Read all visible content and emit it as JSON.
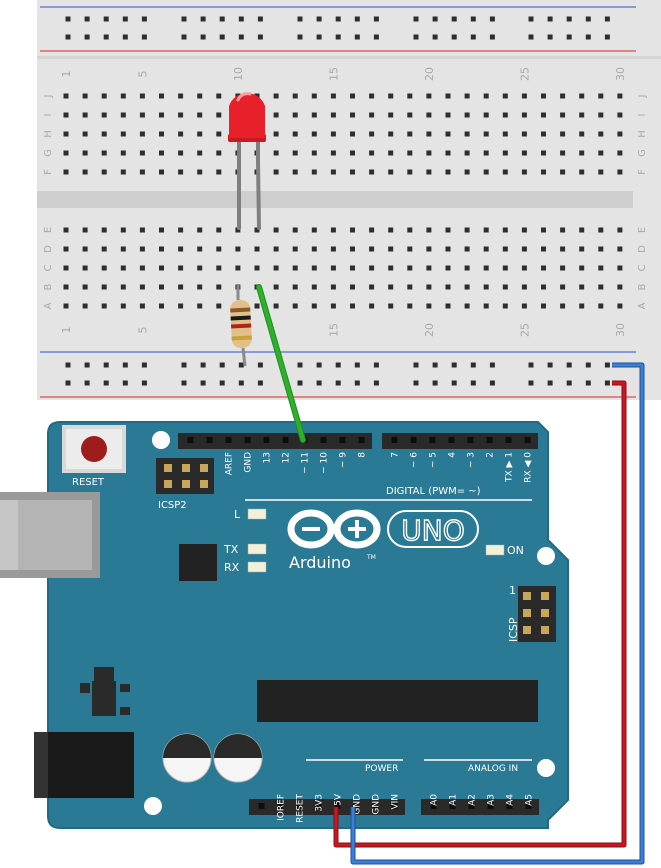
{
  "breadboard": {
    "column_numbers": [
      "1",
      "5",
      "10",
      "15",
      "20",
      "25",
      "30"
    ],
    "row_letters_top": [
      "J",
      "I",
      "H",
      "G",
      "F"
    ],
    "row_letters_bottom": [
      "E",
      "D",
      "C",
      "B",
      "A"
    ]
  },
  "arduino": {
    "reset_label": "RESET",
    "icsp2_label": "ICSP2",
    "icsp_label": "ICSP",
    "icsp_pin1": "1",
    "l_label": "L",
    "tx_label": "TX",
    "rx_label": "RX",
    "on_label": "ON",
    "uno_logo": "UNO",
    "brand": "Arduino",
    "tm": "TM",
    "digital_label": "DIGITAL (PWM= ~)",
    "digital_pins": [
      "AREF",
      "GND",
      "13",
      "12",
      "~ 11",
      "~ 10",
      "~ 9",
      "8",
      "7",
      "~ 6",
      "~ 5",
      "4",
      "~ 3",
      "2",
      "TX ▶ 1",
      "RX ◀ 0"
    ],
    "power_label": "POWER",
    "power_pins": [
      "IOREF",
      "RESET",
      "3V3",
      "5V",
      "GND",
      "GND",
      "VIN"
    ],
    "analog_label": "ANALOG IN",
    "analog_pins": [
      "A0",
      "A1",
      "A2",
      "A3",
      "A4",
      "A5"
    ]
  },
  "colors": {
    "board": "#2b7a95",
    "board_edge": "#1f6a84",
    "header": "#2a2a2a",
    "breadboard": "#e4e4e4",
    "rail_blue": "#2a4bd8",
    "rail_red": "#d62828",
    "wire_red": "#c8171e",
    "wire_blue": "#3a7fd6",
    "wire_green": "#2fb02c",
    "led_red": "#e8202a"
  }
}
